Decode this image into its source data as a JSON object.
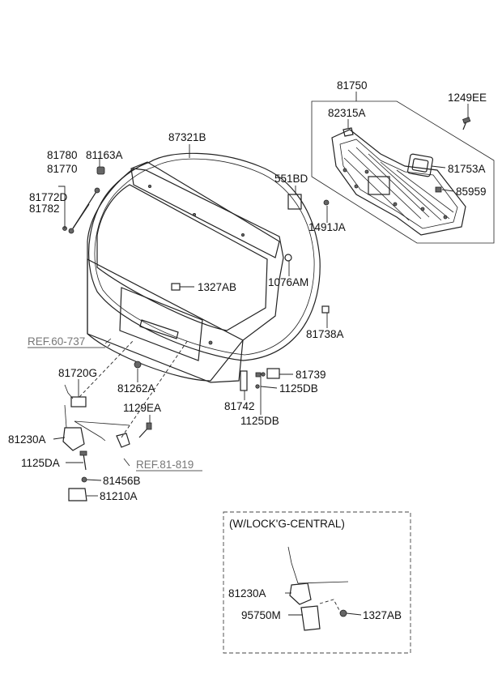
{
  "labels": {
    "p81750": "81750",
    "p1249EE": "1249EE",
    "p82315A": "82315A",
    "p87321B": "87321B",
    "p81780": "81780",
    "p81163A": "81163A",
    "p81770": "81770",
    "p81772D": "81772D",
    "p81782": "81782",
    "p551BD": "551BD",
    "p81753A": "81753A",
    "p85959": "85959",
    "p1491JA": "1491JA",
    "p1327AB_a": "1327AB",
    "p1076AM": "1076AM",
    "p81738A": "81738A",
    "p81720G": "81720G",
    "p81262A": "81262A",
    "p81739": "81739",
    "p1125DB_a": "1125DB",
    "p81742": "81742",
    "p1125DB_b": "1125DB",
    "p1129EA": "1129EA",
    "p81230A_a": "81230A",
    "p1125DA": "1125DA",
    "p81456B": "81456B",
    "p81210A": "81210A",
    "p81230A_b": "81230A",
    "p95750M": "95750M",
    "p1327AB_b": "1327AB"
  },
  "refs": {
    "ref60": "REF.60-737",
    "ref81": "REF.81-819"
  },
  "inset": {
    "title": "(W/LOCK'G-CENTRAL)"
  }
}
